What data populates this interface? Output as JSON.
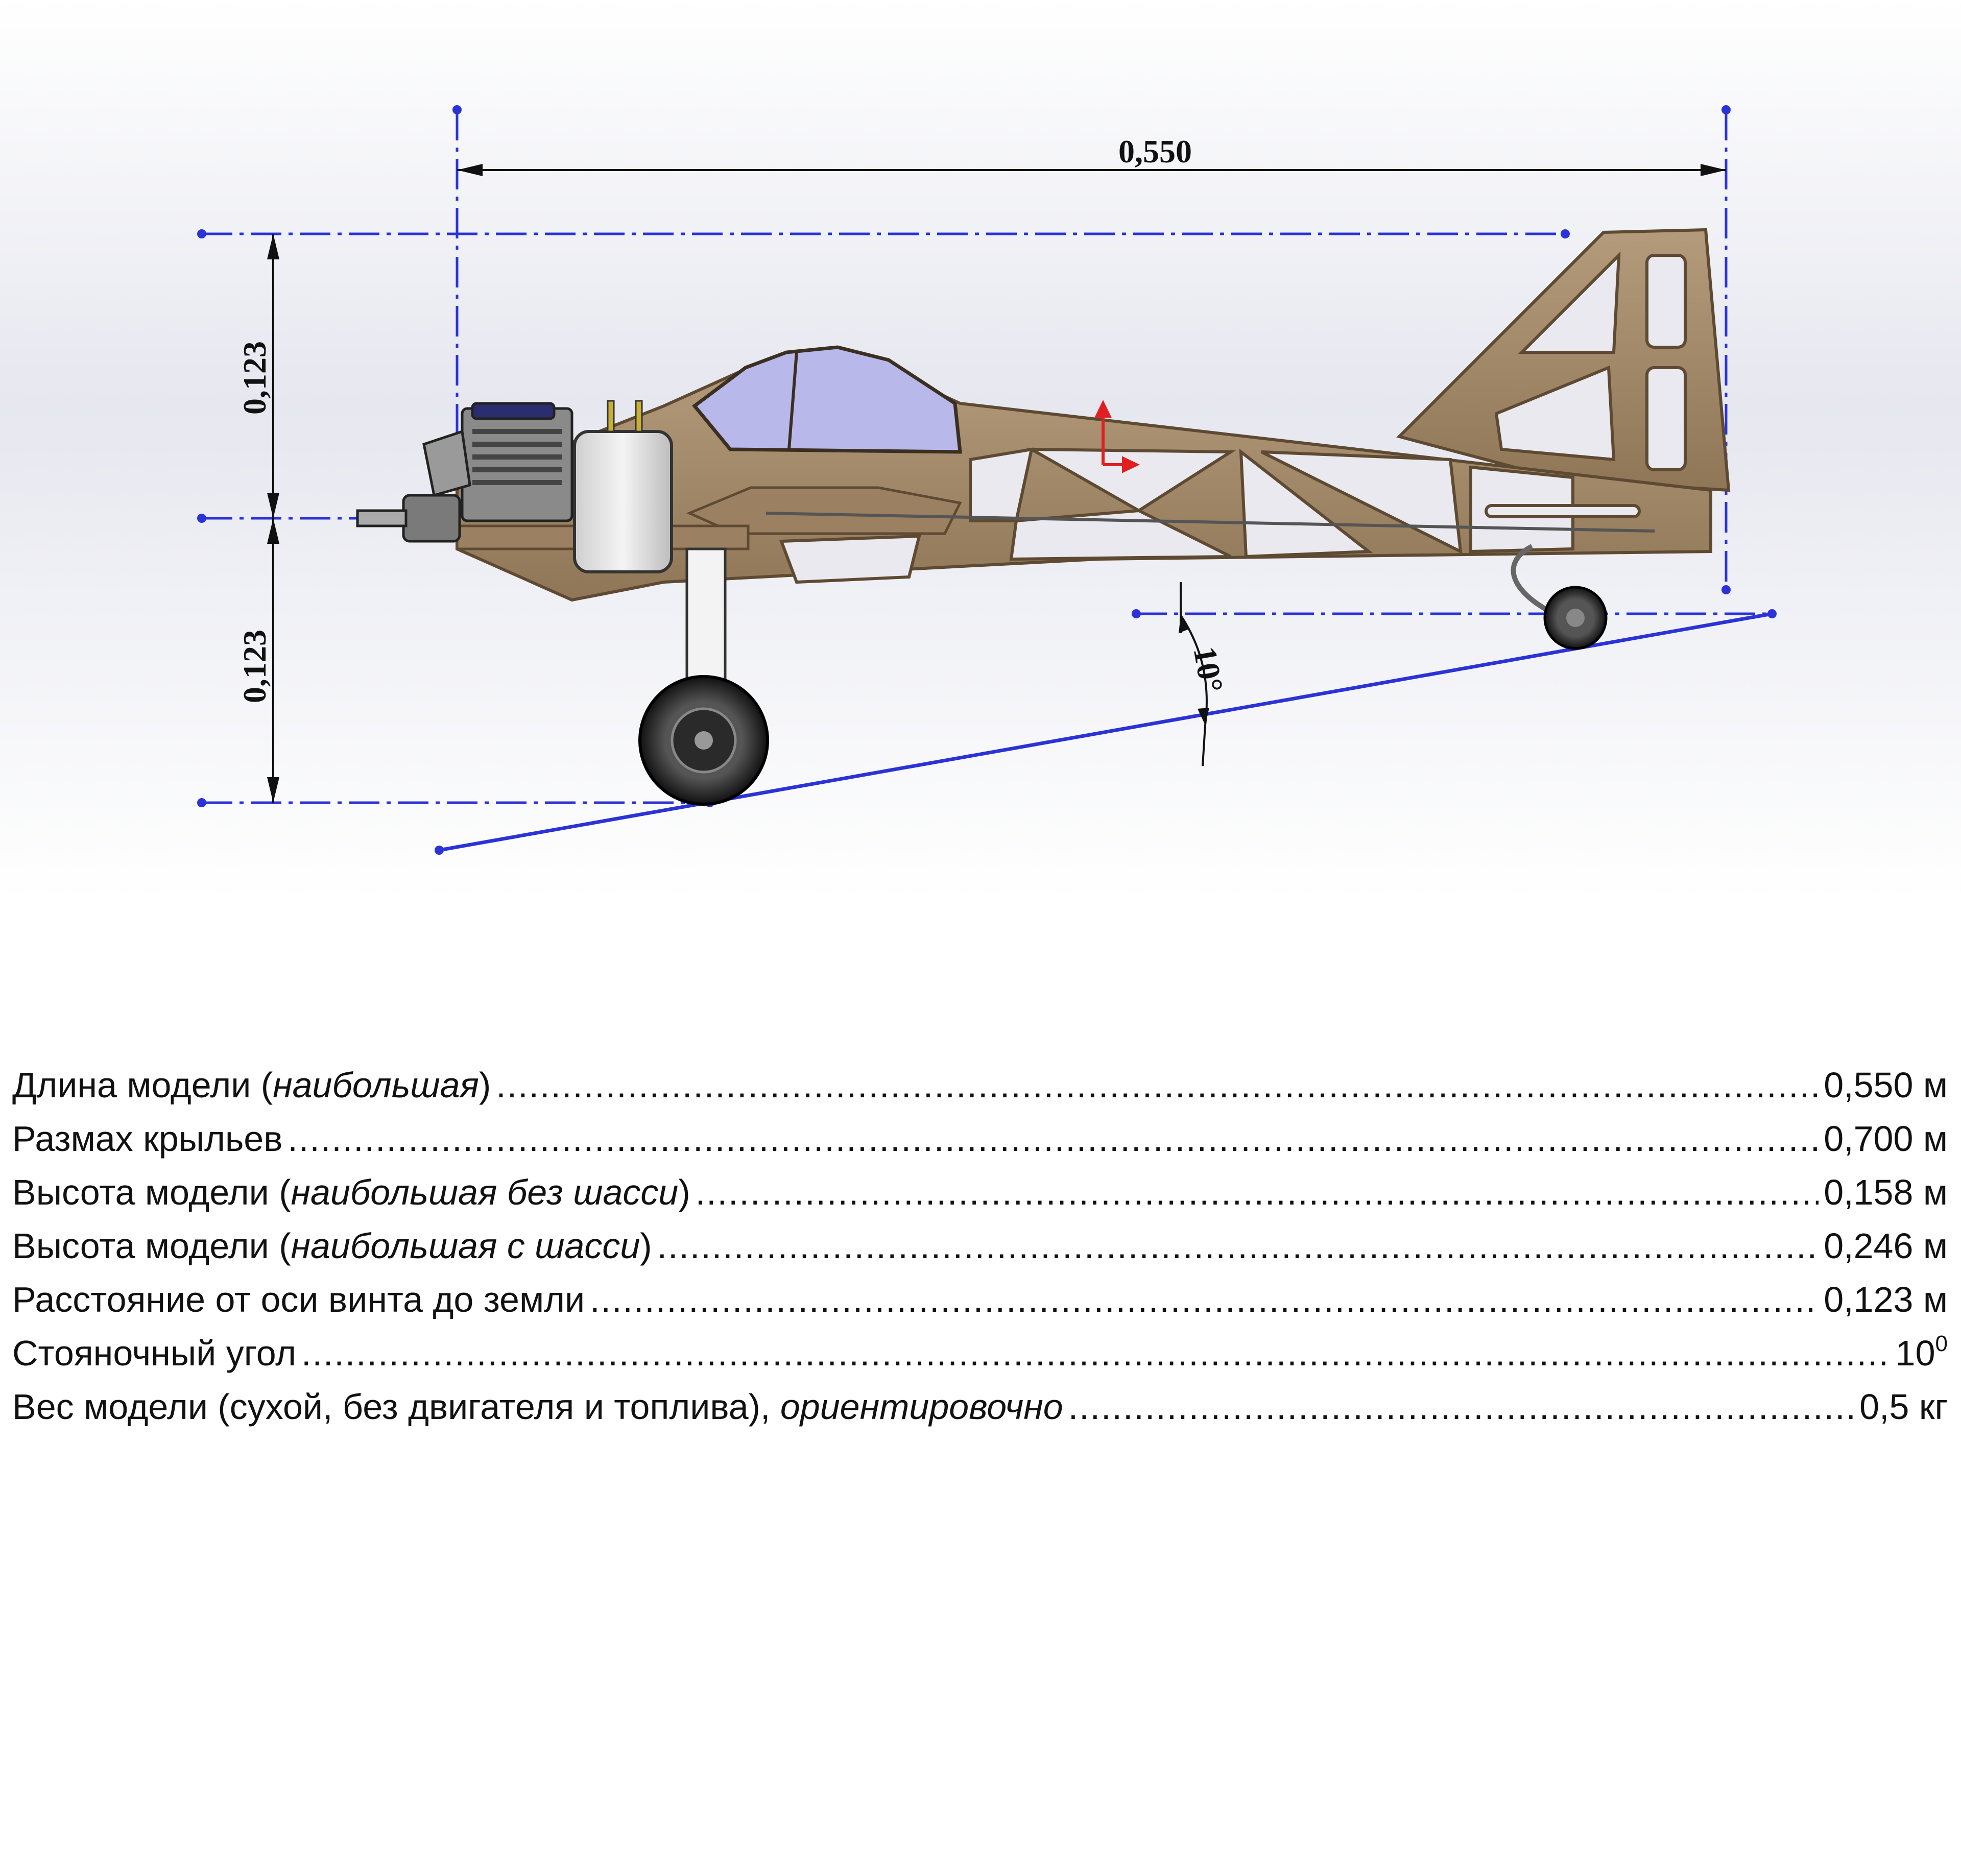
{
  "dimensions": {
    "length_label": "0,550",
    "height_upper_label": "0,123",
    "height_lower_label": "0,123",
    "angle_label": "10°"
  },
  "specs": [
    {
      "label_pre": "Длина модели (",
      "label_em": "наибольшая",
      "label_post": ")",
      "value": "0,550 м",
      "value_sup": ""
    },
    {
      "label_pre": "Размах крыльев",
      "label_em": "",
      "label_post": "",
      "value": "0,700 м",
      "value_sup": ""
    },
    {
      "label_pre": "Высота модели (",
      "label_em": "наибольшая без шасси",
      "label_post": ")",
      "value": "0,158 м",
      "value_sup": ""
    },
    {
      "label_pre": "Высота модели (",
      "label_em": "наибольшая с шасси",
      "label_post": ")",
      "value": "0,246 м",
      "value_sup": ""
    },
    {
      "label_pre": "Расстояние от оси винта до земли",
      "label_em": "",
      "label_post": "",
      "value": "0,123 м",
      "value_sup": ""
    },
    {
      "label_pre": "Стояночный угол",
      "label_em": "",
      "label_post": "",
      "value": "10",
      "value_sup": "0"
    },
    {
      "label_pre": "Вес модели (сухой, без двигателя и топлива), ",
      "label_em": "ориентировочно",
      "label_post": "",
      "value": "0,5 кг",
      "value_sup": ""
    }
  ],
  "colors": {
    "background_top": "#e9eaf0",
    "wood": "#a48a6a",
    "wood_dark": "#5e4a33",
    "canopy": "#b8b8ea",
    "construction_line": "#2b33d6",
    "dimension_line": "#111111"
  }
}
